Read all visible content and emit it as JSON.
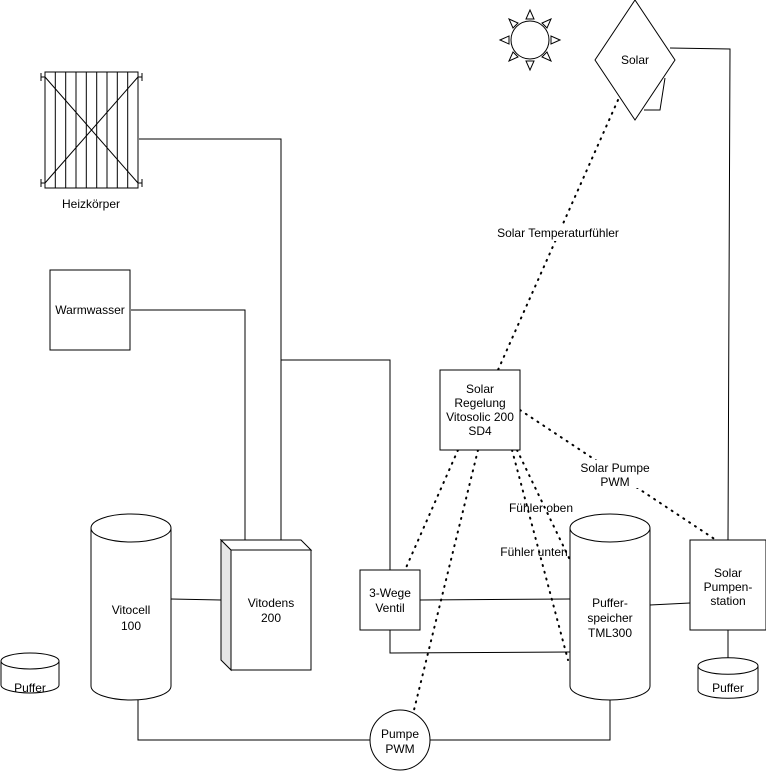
{
  "diagram": {
    "title": "Heizungs- und Solaranlage",
    "colors": {
      "stroke": "#000000",
      "background": "#ffffff",
      "side_face": "#e6e6e6"
    },
    "nodes": {
      "heizkoerper": {
        "label": "Heizkörper",
        "icon": "radiator-icon"
      },
      "warmwasser": {
        "label": "Warmwasser"
      },
      "sun": {
        "icon": "sun-icon"
      },
      "solar": {
        "label": "Solar",
        "icon": "solar-panel-icon"
      },
      "solar_regelung": {
        "lines": [
          "Solar",
          "Regelung",
          "Vitosolic 200",
          "SD4"
        ]
      },
      "vitocell": {
        "lines": [
          "Vitocell",
          "100"
        ]
      },
      "vitodens": {
        "lines": [
          "Vitodens",
          "200"
        ]
      },
      "wege_ventil": {
        "lines": [
          "3-Wege",
          "Ventil"
        ]
      },
      "pufferspeicher": {
        "lines": [
          "Puffer-",
          "speicher",
          "TML300"
        ]
      },
      "solar_pumpenstation": {
        "lines": [
          "Solar",
          "Pumpen-",
          "station"
        ]
      },
      "puffer_left": {
        "label": "Puffer"
      },
      "puffer_right": {
        "label": "Puffer"
      },
      "pumpe": {
        "lines": [
          "Pumpe",
          "PWM"
        ]
      }
    },
    "edge_labels": {
      "solar_temperaturfuehler": "Solar Temperaturfühler",
      "solar_pumpe_pwm": [
        "Solar Pumpe",
        "PWM"
      ],
      "fuehler_oben": "Fühler oben",
      "fuehler_unten": "Fühler unten"
    },
    "connections": [
      {
        "from": "heizkoerper",
        "to": "vitodens",
        "style": "solid"
      },
      {
        "from": "warmwasser",
        "to": "vitodens",
        "style": "solid"
      },
      {
        "from": "vitodens",
        "to": "wege_ventil",
        "style": "solid"
      },
      {
        "from": "vitocell",
        "to": "vitodens",
        "style": "solid"
      },
      {
        "from": "wege_ventil",
        "to": "pufferspeicher",
        "style": "solid"
      },
      {
        "from": "pufferspeicher",
        "to": "solar_pumpenstation",
        "style": "solid"
      },
      {
        "from": "solar",
        "to": "solar_pumpenstation",
        "style": "solid"
      },
      {
        "from": "solar_pumpenstation",
        "to": "puffer_right",
        "style": "solid"
      },
      {
        "from": "vitocell",
        "to": "pumpe",
        "style": "solid"
      },
      {
        "from": "pumpe",
        "to": "pufferspeicher",
        "style": "solid"
      },
      {
        "from": "solar",
        "to": "solar_regelung",
        "style": "dotted",
        "label": "Solar Temperaturfühler"
      },
      {
        "from": "solar_regelung",
        "to": "solar_pumpenstation",
        "style": "dotted",
        "label": "Solar Pumpe PWM"
      },
      {
        "from": "solar_regelung",
        "to": "wege_ventil",
        "style": "dotted"
      },
      {
        "from": "solar_regelung",
        "to": "pumpe",
        "style": "dotted"
      },
      {
        "from": "solar_regelung",
        "to": "pufferspeicher",
        "style": "dotted",
        "label": "Fühler oben"
      },
      {
        "from": "solar_regelung",
        "to": "pufferspeicher",
        "style": "dotted",
        "label": "Fühler unten"
      }
    ]
  }
}
